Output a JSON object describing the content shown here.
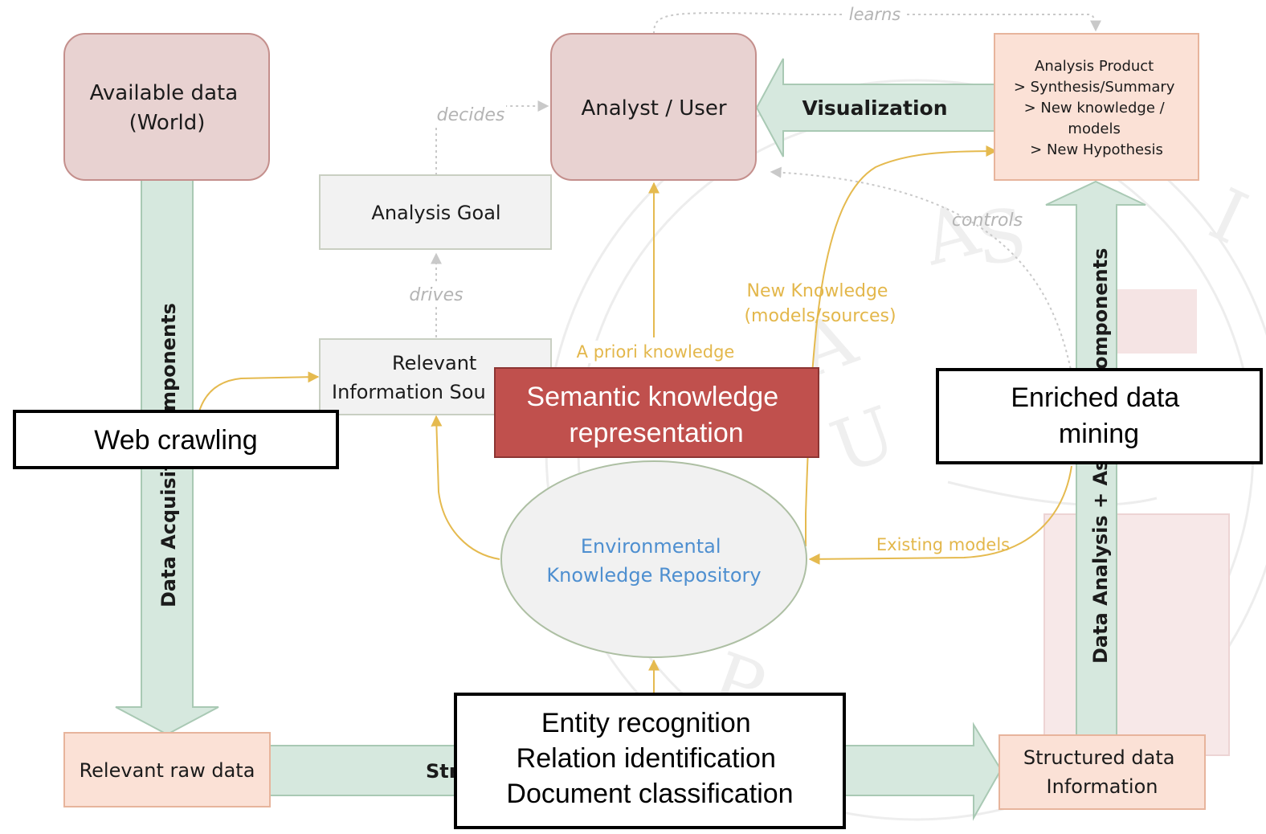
{
  "nodes": {
    "available_data": [
      "Available data",
      "(World)"
    ],
    "analyst": "Analyst / User",
    "analysis_product": [
      "Analysis Product",
      "> Synthesis/Summary",
      "> New knowledge /",
      "models",
      "> New Hypothesis"
    ],
    "analysis_goal": "Analysis Goal",
    "relevant_info": [
      "Relevant",
      "Information Sou"
    ],
    "repository": [
      "Environmental",
      "Knowledge Repository"
    ],
    "raw_data": "Relevant raw data",
    "structured": [
      "Structured data",
      "Information"
    ]
  },
  "arrows": {
    "visualization": "Visualization",
    "acquisition": "Data Acquisiti",
    "acquisition_tail": "mponents",
    "analysis": "Data Analysis + Asse",
    "analysis_tail": "omponents",
    "structuring": "Str"
  },
  "edge_labels": {
    "learns": "learns",
    "decides": "decides",
    "drives": "drives",
    "controls": "controls",
    "a_priori": "A priori knowledge",
    "new_knowledge": [
      "New Knowledge",
      "(models/sources)"
    ],
    "existing_models": "Existing models"
  },
  "callouts": {
    "semantic": [
      "Semantic knowledge",
      "representation"
    ],
    "web_crawling": "Web crawling",
    "enriched": [
      "Enriched data",
      "mining"
    ],
    "nlp": [
      "Entity recognition",
      "Relation identification",
      "Document classification"
    ]
  },
  "watermark_letters": [
    "A",
    "S",
    "I",
    "A",
    "P",
    "U"
  ],
  "colors": {
    "pink_box": "#e8d2d1",
    "green_arrow": "#d6e8de",
    "orange_box": "#fbe1d6",
    "gold_edge": "#e5ba4f",
    "semantic_callout": "#c0504d",
    "repository_text": "#4e8fd0"
  }
}
